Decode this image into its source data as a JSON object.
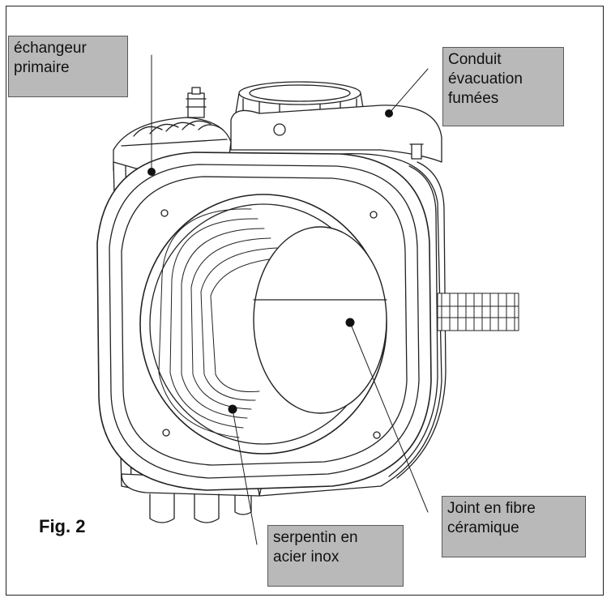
{
  "figure": {
    "caption": "Fig. 2"
  },
  "callouts": {
    "primary_exchanger": {
      "line1": "échangeur",
      "line2": "primaire"
    },
    "flue_duct": {
      "line1": "Conduit",
      "line2": "évacuation",
      "line3": "fumées"
    },
    "fiber_seal": {
      "line1": "Joint  en fibre",
      "line2": "céramique"
    },
    "steel_coil": {
      "line1": "serpentin en",
      "line2": "acier inox"
    }
  },
  "colors": {
    "label_fill": "#b9b9b9",
    "line": "#222222"
  }
}
